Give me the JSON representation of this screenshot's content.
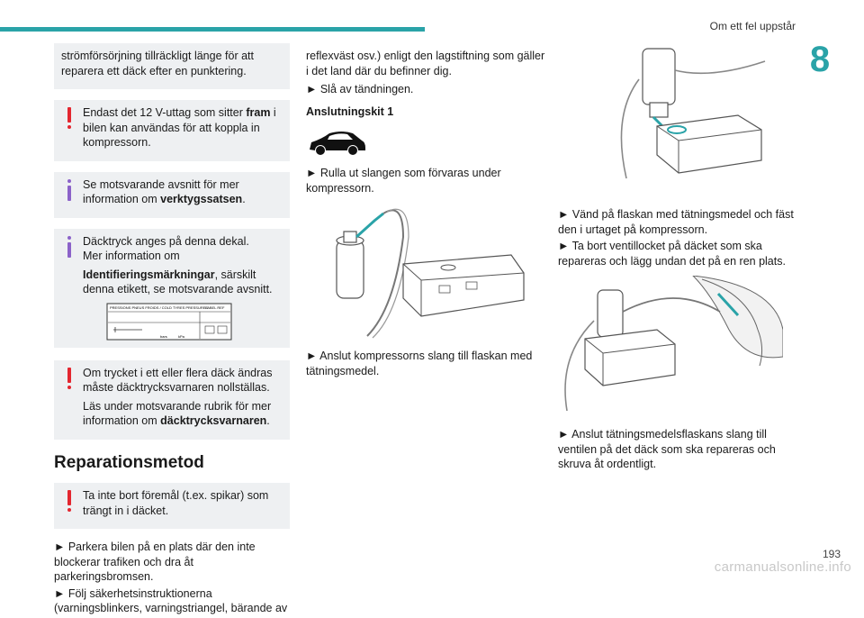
{
  "header": {
    "section_title": "Om ett fel uppstår",
    "chapter_number": "8",
    "page_number": "193",
    "watermark": "carmanualsonline.info",
    "accent_color": "#2aa3a8",
    "warning_color": "#e3262f",
    "info_color": "#8b62c9"
  },
  "col1": {
    "box1_text": "strömförsörjning tillräckligt länge för att reparera ett däck efter en punktering.",
    "box2_pre": "Endast det 12 V-uttag som sitter ",
    "box2_bold": "fram",
    "box2_post": " i bilen kan användas för att koppla in kompressorn.",
    "box3_pre": "Se motsvarande avsnitt för mer information om ",
    "box3_bold": "verktygssatsen",
    "box3_post": ".",
    "box4_line1": "Däcktryck anges på denna dekal.",
    "box4_line2": "Mer information om ",
    "box4_bold": "Identifieringsmärkningar",
    "box4_post": ", särskilt denna etikett, se motsvarande avsnitt.",
    "label_heading": "PRESSIONS PNEUS FROIDS / COLD TYRES PRESSURES",
    "label_code": "LABEL REF",
    "label_bottom_left": "bars",
    "label_bottom_mid": "kPa",
    "box5_text1": "Om trycket i ett eller flera däck ändras måste däcktrycksvarnaren nollställas.",
    "box5_pre": "Läs under motsvarande rubrik för mer information om ",
    "box5_bold": "däcktrycksvarnaren",
    "box5_post": ".",
    "section_heading": "Reparationsmetod",
    "box6_text": "Ta inte bort föremål (t.ex. spikar) som trängt in i däcket.",
    "step1": "► Parkera bilen på en plats där den inte blockerar trafiken och dra åt parkeringsbromsen.",
    "step2": "► Följ säkerhetsinstruktionerna (varningsblinkers, varningstriangel, bärande av"
  },
  "col2": {
    "text1": "reflexväst osv.) enligt den lagstiftning som gäller i det land där du befinner dig.",
    "step1": "► Slå av tändningen.",
    "subheading": "Anslutningskit 1",
    "step2": "► Rulla ut slangen som förvaras under kompressorn.",
    "step3": "► Anslut kompressorns slang till flaskan med tätningsmedel."
  },
  "col3": {
    "step1": "► Vänd på flaskan med tätningsmedel och fäst den i urtaget på kompressorn.",
    "step2": "► Ta bort ventillocket på däcket som ska repareras och lägg undan det på en ren plats.",
    "step3": "► Anslut tätningsmedelsflaskans slang till ventilen på det däck som ska repareras och skruva åt ordentligt."
  }
}
